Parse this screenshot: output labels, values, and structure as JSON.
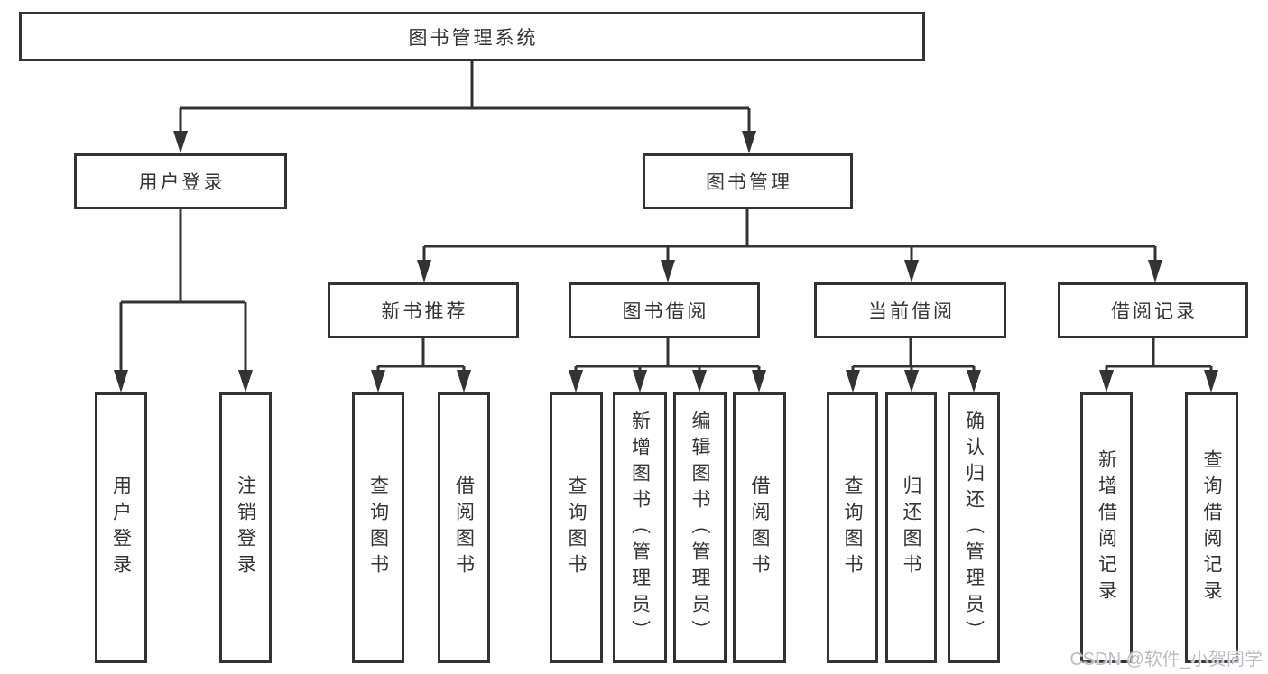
{
  "diagram_title": "图书管理系统",
  "colors": {
    "line": "#333333",
    "box_border": "#333333",
    "text": "#333333",
    "background": "#ffffff",
    "watermark_text": "#b9bdc4"
  },
  "watermark": {
    "text": "CSDN @软件_小贺同学"
  },
  "tree": {
    "label": "图书管理系统",
    "children": [
      {
        "label": "用户登录",
        "children": [
          {
            "label": "用户登录"
          },
          {
            "label": "注销登录"
          }
        ]
      },
      {
        "label": "图书管理",
        "children": [
          {
            "label": "新书推荐",
            "children": [
              {
                "label": "查询图书"
              },
              {
                "label": "借阅图书"
              }
            ]
          },
          {
            "label": "图书借阅",
            "children": [
              {
                "label": "查询图书"
              },
              {
                "label": "新增图书（管理员）"
              },
              {
                "label": "编辑图书（管理员）"
              },
              {
                "label": "借阅图书"
              }
            ]
          },
          {
            "label": "当前借阅",
            "children": [
              {
                "label": "查询图书"
              },
              {
                "label": "归还图书"
              },
              {
                "label": "确认归还（管理员）"
              }
            ]
          },
          {
            "label": "借阅记录",
            "children": [
              {
                "label": "新增借阅记录"
              },
              {
                "label": "查询借阅记录"
              }
            ]
          }
        ]
      }
    ]
  }
}
